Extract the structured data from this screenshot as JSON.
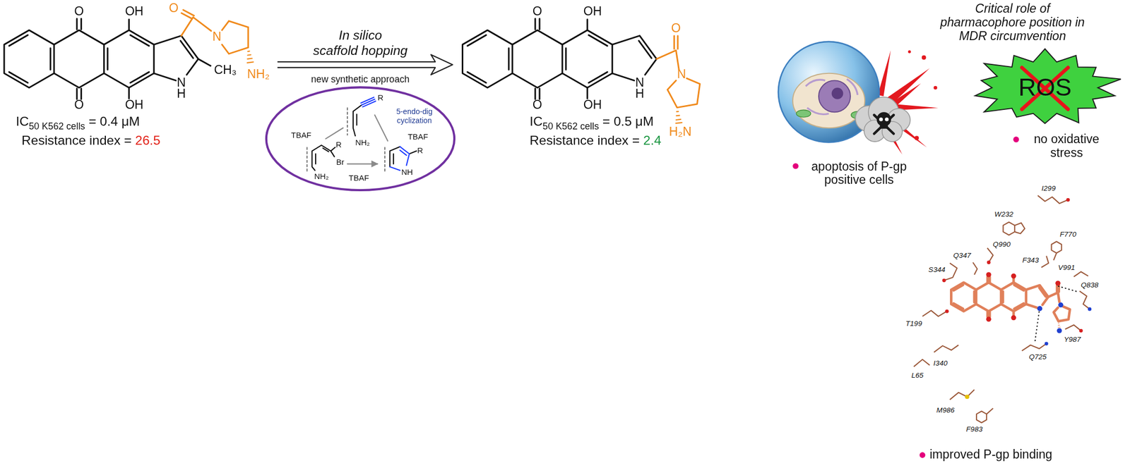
{
  "diagram": {
    "nodes": [
      {
        "text": [
          "R",
          "NH₂",
          "TBAF",
          "5-endo-dig cyclization",
          "TBAF",
          "R",
          "Br",
          "NH₂",
          "R",
          "NH",
          "TBAF"
        ]
      },
      {
        "text": [
          "ROS"
        ]
      }
    ],
    "labels": [
      "O",
      "OH",
      "O",
      "OH",
      "O",
      "N",
      "NH₂",
      "CH₃",
      "N",
      "H",
      "IC",
      "50 K562 cells",
      "= 0.4 μM",
      "Resistance index =",
      "26.5",
      "In silico",
      "scaffold hopping",
      "new synthetic approach",
      "O",
      "OH",
      "O",
      "OH",
      "N",
      "H",
      "O",
      "N",
      "H₂N",
      "IC",
      "50 K562 cells",
      "= 0.5 μM",
      "Resistance index =",
      "2.4",
      "Critical role of pharmacophore position in MDR circumvention",
      "apoptosis of P-gp positive cells",
      "no oxidative stress",
      "improved P-gp binding",
      "I299",
      "W232",
      "F770",
      "Q990",
      "Q347",
      "F343",
      "V991",
      "S344",
      "Q838",
      "T199",
      "Y987",
      "Q725",
      "I340",
      "L65",
      "M986",
      "F983"
    ]
  }
}
